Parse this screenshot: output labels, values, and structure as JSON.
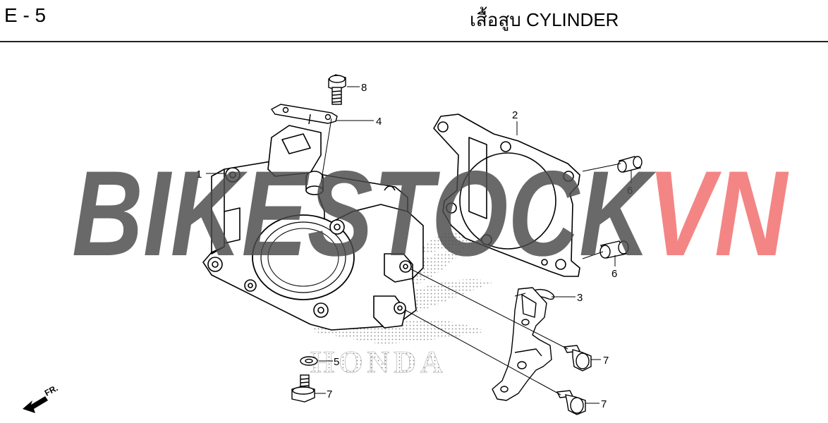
{
  "header": {
    "page_code": "E - 5",
    "title": "เสื้อสูบ  CYLINDER"
  },
  "watermark": {
    "text_dark": "BIKESTOCK",
    "text_red": "VN",
    "color_dark": "#4a4a4a",
    "color_red": "#f26b6b"
  },
  "emblem": {
    "text": "HONDA"
  },
  "direction": {
    "label": "FR."
  },
  "callouts": [
    {
      "id": "cylinder",
      "label": "1"
    },
    {
      "id": "gasket",
      "label": "2"
    },
    {
      "id": "clip",
      "label": "3"
    },
    {
      "id": "bracket-top",
      "label": "4"
    },
    {
      "id": "washer",
      "label": "5"
    },
    {
      "id": "dowel-upper",
      "label": "6"
    },
    {
      "id": "dowel-lower",
      "label": "6"
    },
    {
      "id": "bolt-bottom-left",
      "label": "7"
    },
    {
      "id": "bolt-right-upper",
      "label": "7"
    },
    {
      "id": "bolt-right-lower",
      "label": "7"
    },
    {
      "id": "bolt-top",
      "label": "8"
    }
  ],
  "colors": {
    "line": "#000000",
    "background": "#ffffff"
  }
}
